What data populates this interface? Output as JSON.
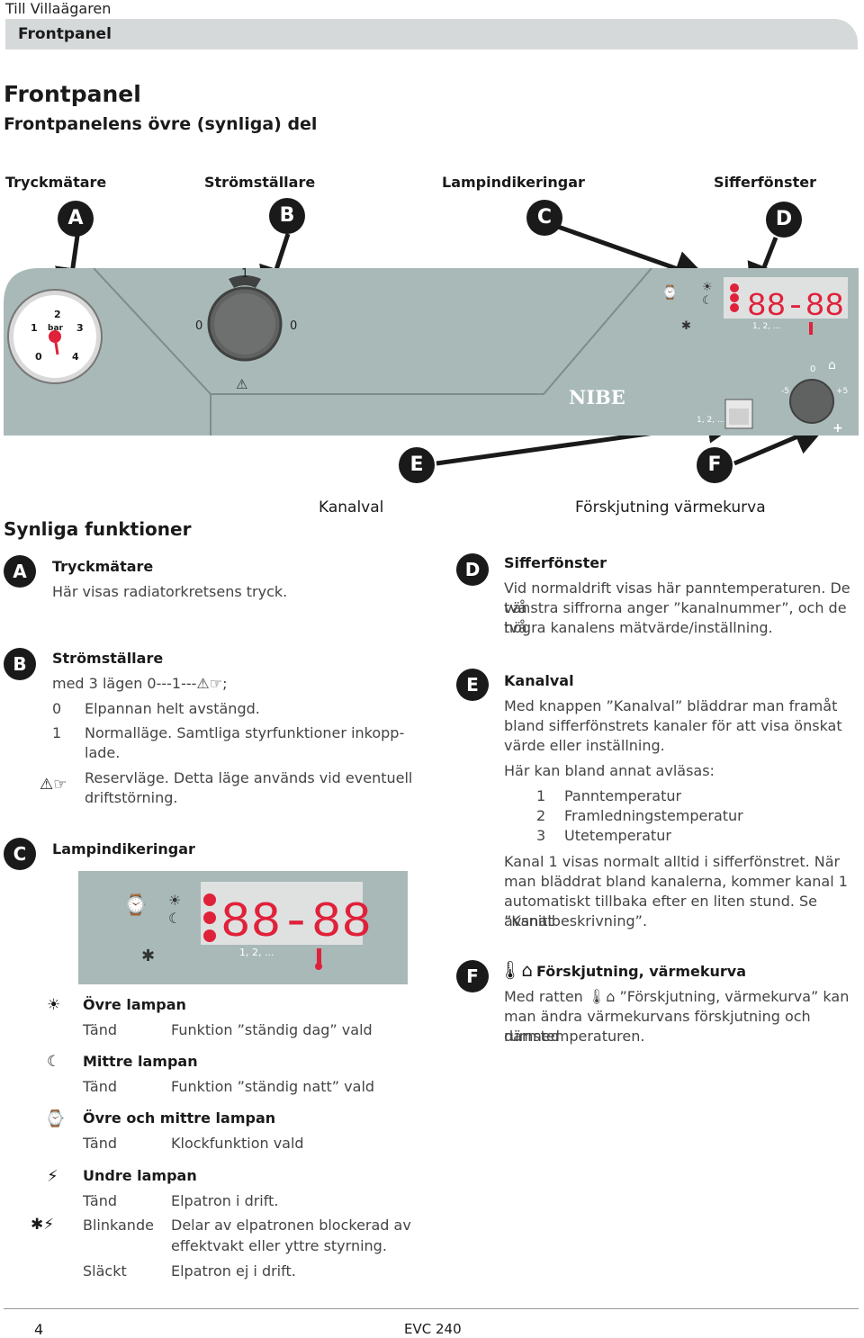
{
  "header": {
    "breadcrumb": "Till Villaägaren",
    "section": "Frontpanel"
  },
  "title": "Frontpanel",
  "subtitle": "Frontpanelens övre (synliga) del",
  "top_labels": [
    {
      "letter": "A",
      "label": "Tryckmätare"
    },
    {
      "letter": "B",
      "label": "Strömställare"
    },
    {
      "letter": "C",
      "label": "Lampindikeringar"
    },
    {
      "letter": "D",
      "label": "Sifferfönster"
    }
  ],
  "panel": {
    "gauge": {
      "n0": "0",
      "n1": "1",
      "n2": "2",
      "n3": "3",
      "n4": "4",
      "unit": "bar"
    },
    "switch": {
      "left": "0",
      "top": "1",
      "right": "0"
    },
    "brand": "NIBE",
    "channels_hint": "1, 2, ...",
    "knob": {
      "zero": "0",
      "minus": "-5",
      "plus": "+5",
      "plus_sign": "+"
    },
    "colors": {
      "panel": "#a8b9b8",
      "display_bg": "#dfe1e1",
      "segment_red": "#e0213a",
      "panel_dark": "#7c8d8c"
    }
  },
  "bottom_labels": [
    {
      "letter": "E",
      "label": "Kanalval"
    },
    {
      "letter": "F",
      "label": "Förskjutning värmekurva"
    }
  ],
  "left": {
    "title": "Synliga funktioner",
    "A": {
      "letter": "A",
      "title": "Tryckmätare",
      "text": "Här visas radiatorkretsens tryck."
    },
    "B": {
      "letter": "B",
      "title": "Strömställare",
      "intro": "med 3 lägen 0---1---",
      "rows": [
        {
          "key": "0",
          "text": "Elpannan helt avstängd."
        },
        {
          "key": "1",
          "text": "Normalläge. Samtliga styrfunktioner inkopp-"
        },
        {
          "key": "",
          "text": "lade."
        },
        {
          "key": "",
          "text": "Reservläge. Detta läge används vid eventuell"
        },
        {
          "key": "",
          "text": "driftstörning."
        }
      ]
    },
    "C": {
      "letter": "C",
      "title": "Lampindikeringar"
    },
    "lamps": [
      {
        "title": "Övre lampan",
        "state": "Tänd",
        "text": "Funktion ”ständig dag” vald"
      },
      {
        "title": "Mittre lampan",
        "state": "Tänd",
        "text": "Funktion ”ständig natt” vald"
      },
      {
        "title": "Övre och mittre lampan",
        "state": "Tänd",
        "text": "Klockfunktion vald"
      }
    ],
    "lower": {
      "title": "Undre lampan",
      "rows": [
        {
          "state": "Tänd",
          "text": "Elpatron i drift."
        },
        {
          "state": "Blinkande",
          "text": "Delar av elpatronen blockerad av"
        },
        {
          "state": "",
          "text": "effektvakt eller yttre styrning."
        },
        {
          "state": "Släckt",
          "text": "Elpatron ej i drift."
        }
      ]
    }
  },
  "right": {
    "D": {
      "letter": "D",
      "title": "Sifferfönster",
      "lines": [
        "Vid normaldrift visas här panntemperaturen. De två",
        "vänstra siffrorna anger ”kanalnummer”, och de två",
        "högra kanalens mätvärde/inställning."
      ]
    },
    "E": {
      "letter": "E",
      "title": "Kanalval",
      "lines": [
        "Med knappen ”Kanalval” bläddrar man framåt",
        "bland sifferfönstrets kanaler för att visa önskat",
        "värde eller inställning."
      ],
      "intro2": "Här kan bland annat avläsas:",
      "list": [
        {
          "n": "1",
          "t": "Panntemperatur"
        },
        {
          "n": "2",
          "t": "Framledningstemperatur"
        },
        {
          "n": "3",
          "t": "Utetemperatur"
        }
      ],
      "lines2": [
        "Kanal 1 visas normalt alltid i sifferfönstret. När",
        "man bläddrat bland kanalerna, kommer kanal 1",
        "automatiskt tillbaka efter en liten stund. Se avsnitt",
        "”Kanalbeskrivning”."
      ]
    },
    "F": {
      "letter": "F",
      "title": "Förskjutning, värmekurva",
      "line1_pre": "Med ratten",
      "line1_post": "”Förskjutning, värmekurva” kan",
      "lines": [
        "man ändra värmekurvans förskjutning och därmed",
        "rumstemperaturen."
      ]
    }
  },
  "footer": {
    "page": "4",
    "doc": "EVC 240"
  }
}
